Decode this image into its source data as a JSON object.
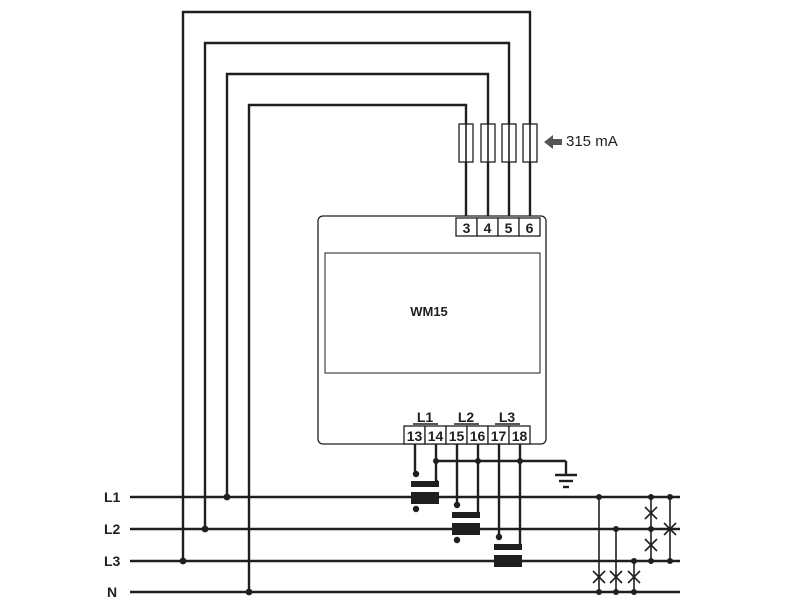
{
  "device": {
    "name": "WM15"
  },
  "voltage_terminals": [
    "3",
    "4",
    "5",
    "6"
  ],
  "current_groups": [
    {
      "label": "L1",
      "terminals": [
        "13",
        "14"
      ]
    },
    {
      "label": "L2",
      "terminals": [
        "15",
        "16"
      ]
    },
    {
      "label": "L3",
      "terminals": [
        "17",
        "18"
      ]
    }
  ],
  "fuse_rating": "315 mA",
  "lines": [
    "L1",
    "L2",
    "L3",
    "N"
  ]
}
